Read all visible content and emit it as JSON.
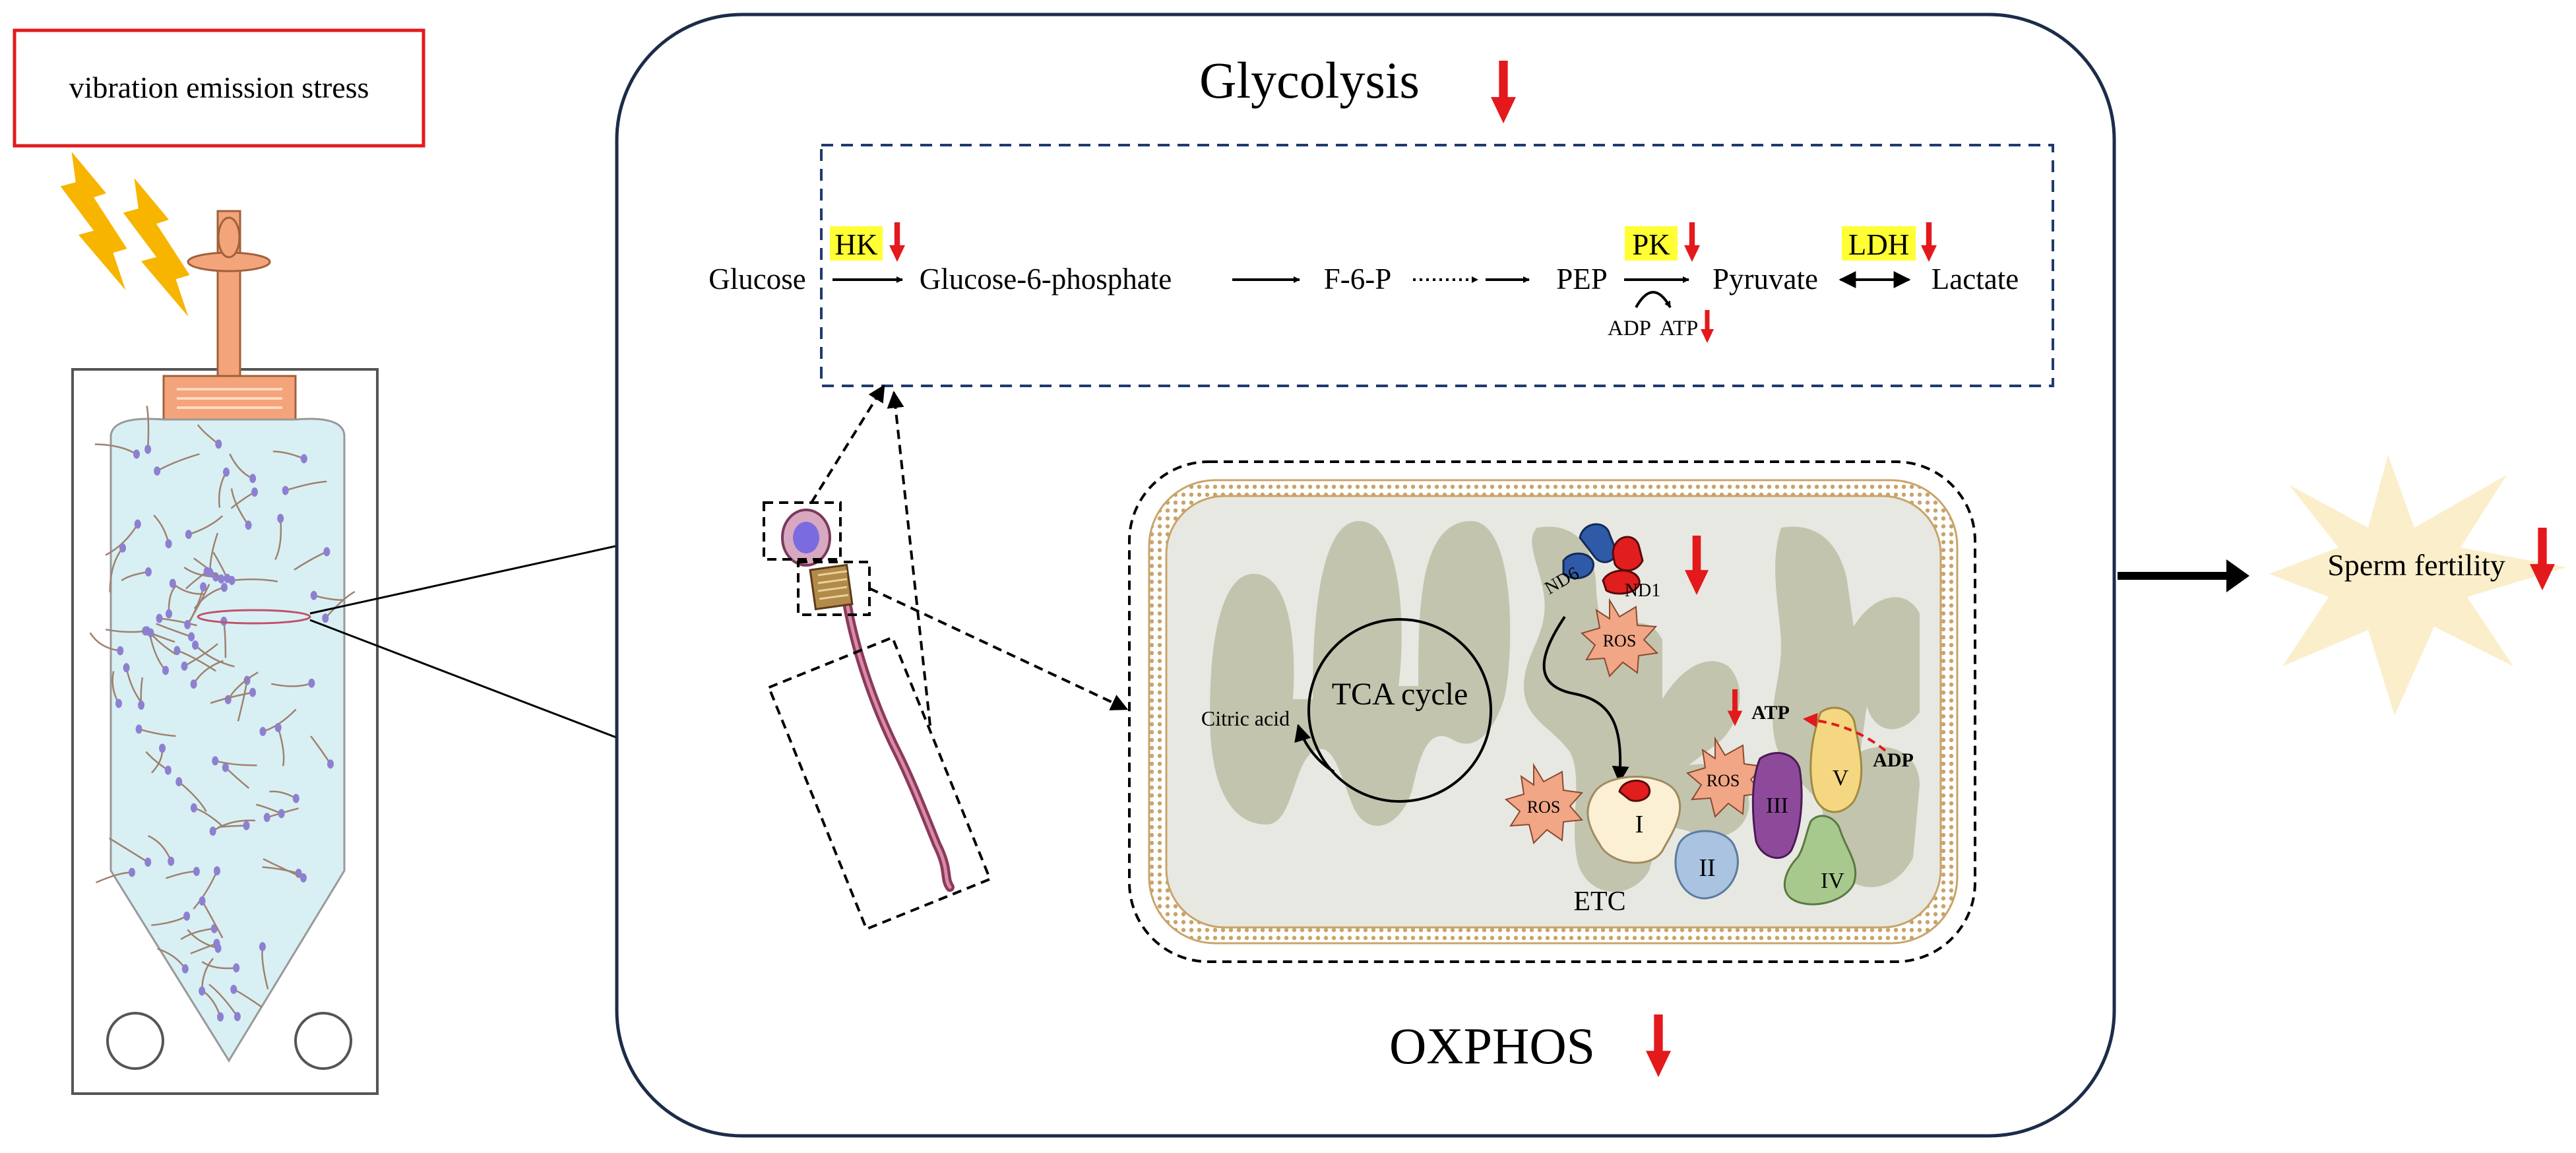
{
  "stress_box": {
    "label": "vibration emission stress"
  },
  "glycolysis": {
    "title": "Glycolysis",
    "metabolites": {
      "glucose": "Glucose",
      "g6p": "Glucose-6-phosphate",
      "f6p": "F-6-P",
      "pep": "PEP",
      "pyruvate": "Pyruvate",
      "lactate": "Lactate"
    },
    "enzymes": {
      "hk": "HK",
      "pk": "PK",
      "ldh": "LDH"
    },
    "cofactors": {
      "adp": "ADP",
      "atp": "ATP"
    }
  },
  "mitochondrion": {
    "tca_cycle": "TCA cycle",
    "citric_acid": "Citric acid",
    "nd6": "ND6",
    "nd1": "ND1",
    "ros": "ROS",
    "etc": "ETC",
    "complexes": {
      "c1": "I",
      "c2": "II",
      "c3": "III",
      "c4": "IV",
      "c5": "V"
    },
    "atp": "ATP",
    "adp": "ADP"
  },
  "oxphos": {
    "title": "OXPHOS"
  },
  "outcome": {
    "label": "Sperm fertility"
  },
  "colors": {
    "decrease_arrow": "#e3191c",
    "enzyme_highlight": "#ffff33",
    "glycolysis_box": "#1f3a6e",
    "stress_box_border": "#e31a1c",
    "lightning": "#f7b500",
    "membrane": "#c8a46a",
    "cristae": "#c2c4ae",
    "matrix": "#e8e8e2",
    "complex_I": "#fbefd4",
    "complex_II": "#a9c3e0",
    "complex_III": "#8e4a9a",
    "complex_IV": "#a8c98e",
    "complex_V": "#f6d781",
    "ros_fill": "#f1a686",
    "nd_blue": "#2e5aa8",
    "nd_red": "#e01e1e",
    "burst": "#fbeecb"
  },
  "icons": {
    "stress": "lightning-icon",
    "decrease": "red-down-arrow-icon",
    "outcome": "starburst-icon"
  }
}
